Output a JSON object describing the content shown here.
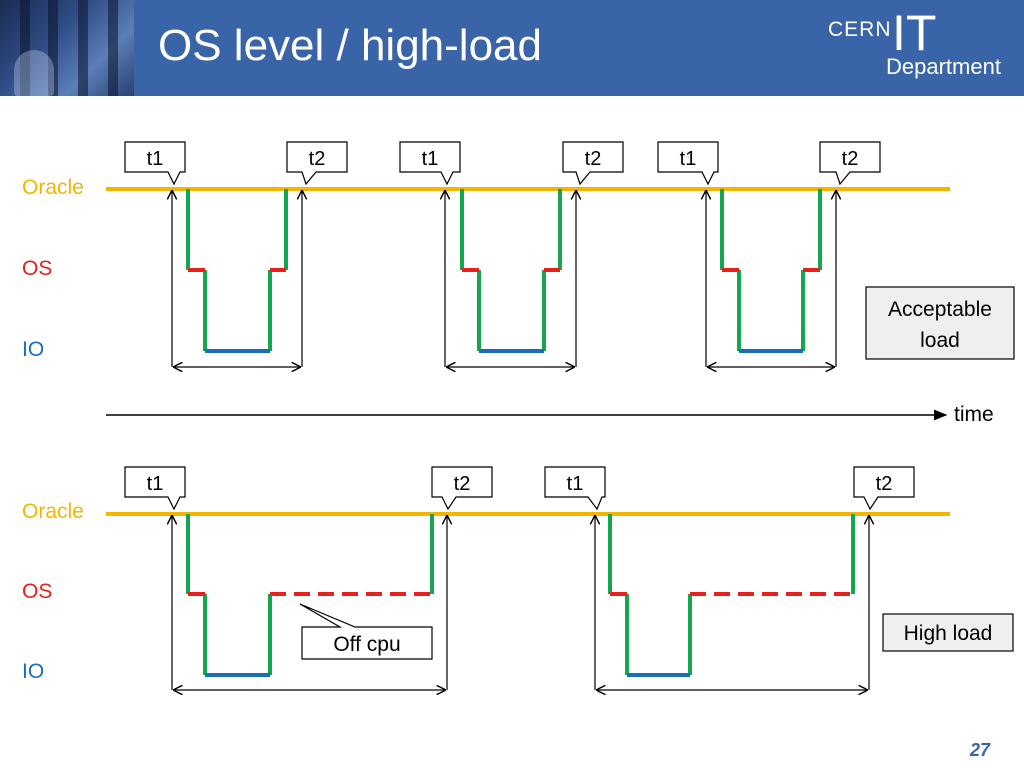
{
  "slide": {
    "title": "OS level / high-load",
    "page_number": "27"
  },
  "logo": {
    "cern": "CERN",
    "it": "IT",
    "department": "Department"
  },
  "colors": {
    "header_bg": "#3a64a8",
    "oracle": "#f5b400",
    "os": "#e8201c",
    "io": "#1a6db8",
    "transition": "#13a750"
  },
  "levels": {
    "oracle": "Oracle",
    "os": "OS",
    "io": "IO"
  },
  "t1": "t1",
  "t2": "t2",
  "axis": {
    "label": "time"
  },
  "panels": {
    "acceptable": {
      "label": "Acceptable load"
    },
    "high": {
      "label": "High load",
      "callout": "Off cpu"
    }
  }
}
